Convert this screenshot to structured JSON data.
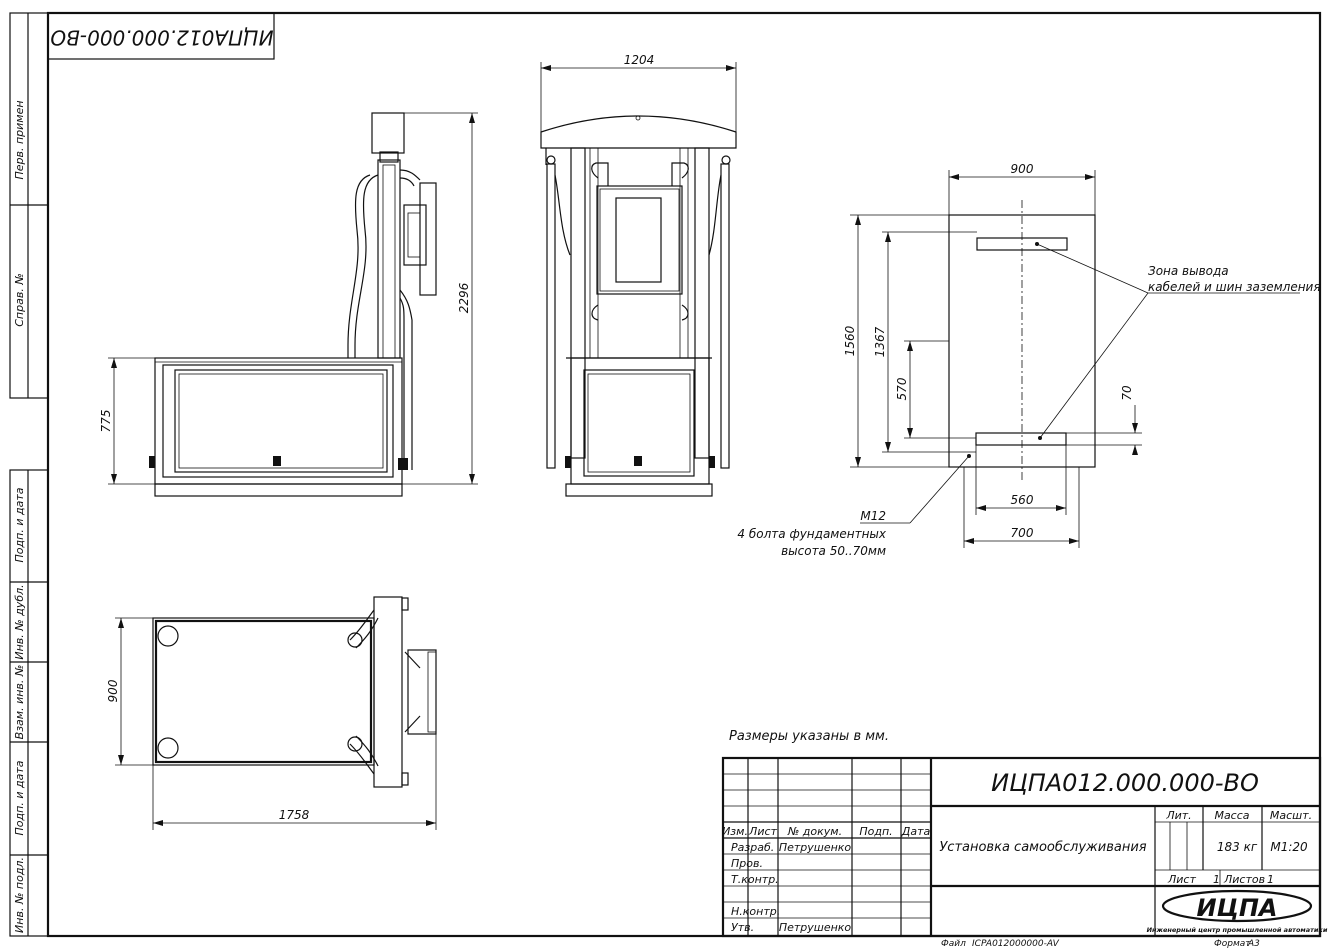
{
  "drawing": {
    "designation_rotated": "ИЦПА012.000.000-ВО",
    "side_strip": {
      "perv_primen": "Перв. примен",
      "sprav_no": "Справ. №",
      "podp_data_1": "Подп. и дата",
      "inv_dubl": "Инв. № дубл.",
      "vzam_inv": "Взам. инв. №",
      "podp_data_2": "Подп. и дата",
      "inv_podl": "Инв. № подл."
    },
    "dimensions": {
      "front_width": "1204",
      "side_height_total": "2296",
      "side_base_height": "775",
      "plan_width_top": "900",
      "plan_depth": "1560",
      "plan_1367": "1367",
      "plan_570": "570",
      "plan_70": "70",
      "plan_560": "560",
      "plan_700": "700",
      "top_view_depth": "900",
      "top_view_length": "1758"
    },
    "notes": {
      "cable_zone_line1": "Зона вывода",
      "cable_zone_line2": "кабелей и шин заземления",
      "bolt_thread": "М12",
      "bolts_line1": "4 болта фундаментных",
      "bolts_line2": "высота 50..70мм",
      "units_note": "Размеры указаны в мм."
    }
  },
  "title_block": {
    "designation": "ИЦПА012.000.000-ВО",
    "name": "Установка самообслуживания",
    "col_headers": {
      "izm": "Изм.",
      "list": "Лист",
      "doc_no": "№ докум.",
      "podp": "Подп.",
      "data": "Дата"
    },
    "roles": {
      "razrab": "Разраб.",
      "prov": "Пров.",
      "tkontr": "Т.контр.",
      "nkontr": "Н.контр.",
      "utv": "Утв."
    },
    "people": {
      "razrab_name": "Петрушенко",
      "utv_name": "Петрушенко"
    },
    "lit_label": "Лит.",
    "mass_label": "Масса",
    "scale_label": "Масшт.",
    "mass_value": "183 кг",
    "scale_value": "М1:20",
    "sheet_label": "Лист",
    "sheet_value": "1",
    "sheets_label": "Листов",
    "sheets_value": "1",
    "company_logo": "ИЦПА",
    "company_name": "Инженерный центр промышленной автоматики",
    "file_label": "Файл",
    "file_value": "ICPA012000000-AV",
    "format_label": "Формат",
    "format_value": "А3"
  }
}
